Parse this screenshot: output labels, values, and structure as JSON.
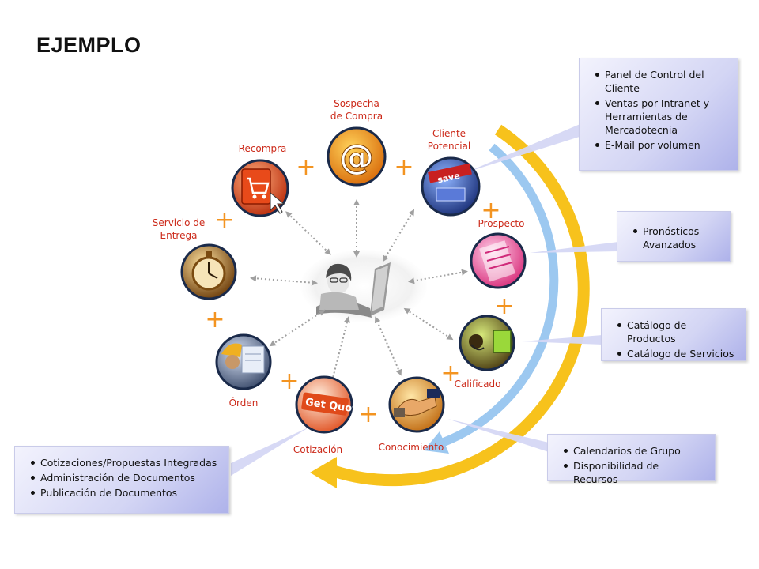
{
  "title": "EJEMPLO",
  "center": {
    "icon": "woman-at-laptop-icon"
  },
  "stages": [
    {
      "key": "sospecha",
      "line1": "Sospecha",
      "line2": "de Compra",
      "icon": "at-sign-icon",
      "color": "#e07a10"
    },
    {
      "key": "cliente",
      "line1": "Cliente",
      "line2": "Potencial",
      "icon": "save-banner-icon",
      "color": "#2c4a9a"
    },
    {
      "key": "prospecto",
      "line1": "Prospecto",
      "line2": "",
      "icon": "report-document-icon",
      "color": "#e0468a"
    },
    {
      "key": "calificado",
      "line1": "Calificado",
      "line2": "",
      "icon": "headset-agent-icon",
      "color": "#7a5a10"
    },
    {
      "key": "conocimiento",
      "line1": "Conocimiento",
      "line2": "",
      "icon": "handshake-icon",
      "color": "#c97818"
    },
    {
      "key": "cotizacion",
      "line1": "Cotización",
      "line2": "",
      "icon": "get-quotes-icon",
      "color": "#e05a2a"
    },
    {
      "key": "orden",
      "line1": "Órden",
      "line2": "",
      "icon": "construction-worker-icon",
      "color": "#4a5a7a"
    },
    {
      "key": "servicio",
      "line1": "Servicio de",
      "line2": "Entrega",
      "icon": "stopwatch-icon",
      "color": "#9a6a20"
    },
    {
      "key": "recompra",
      "line1": "Recompra",
      "line2": "",
      "icon": "shopping-cart-icon",
      "color": "#d84a1a"
    }
  ],
  "plus_sign": "+",
  "colors": {
    "label": "#cc2a1a",
    "plus": "#f39421",
    "arc_outer": "#f7c21c",
    "arc_inner": "#9cc8f0",
    "dotted": "#a0a0a0"
  },
  "callouts": [
    {
      "key": "top",
      "items": [
        "Panel de Control del Cliente",
        "Ventas por Intranet y Herramientas de Mercadotecnia",
        "E-Mail por volumen"
      ]
    },
    {
      "key": "pronosticos",
      "items": [
        "Pronósticos Avanzados"
      ]
    },
    {
      "key": "catalogo",
      "items": [
        "Catálogo de Productos",
        "Catálogo de Servicios"
      ]
    },
    {
      "key": "calendarios",
      "items": [
        "Calendarios de Grupo",
        "Disponibilidad de Recursos"
      ]
    },
    {
      "key": "cotizaciones",
      "items": [
        "Cotizaciones/Propuestas Integradas",
        "Administración de Documentos",
        "Publicación de Documentos"
      ]
    }
  ]
}
